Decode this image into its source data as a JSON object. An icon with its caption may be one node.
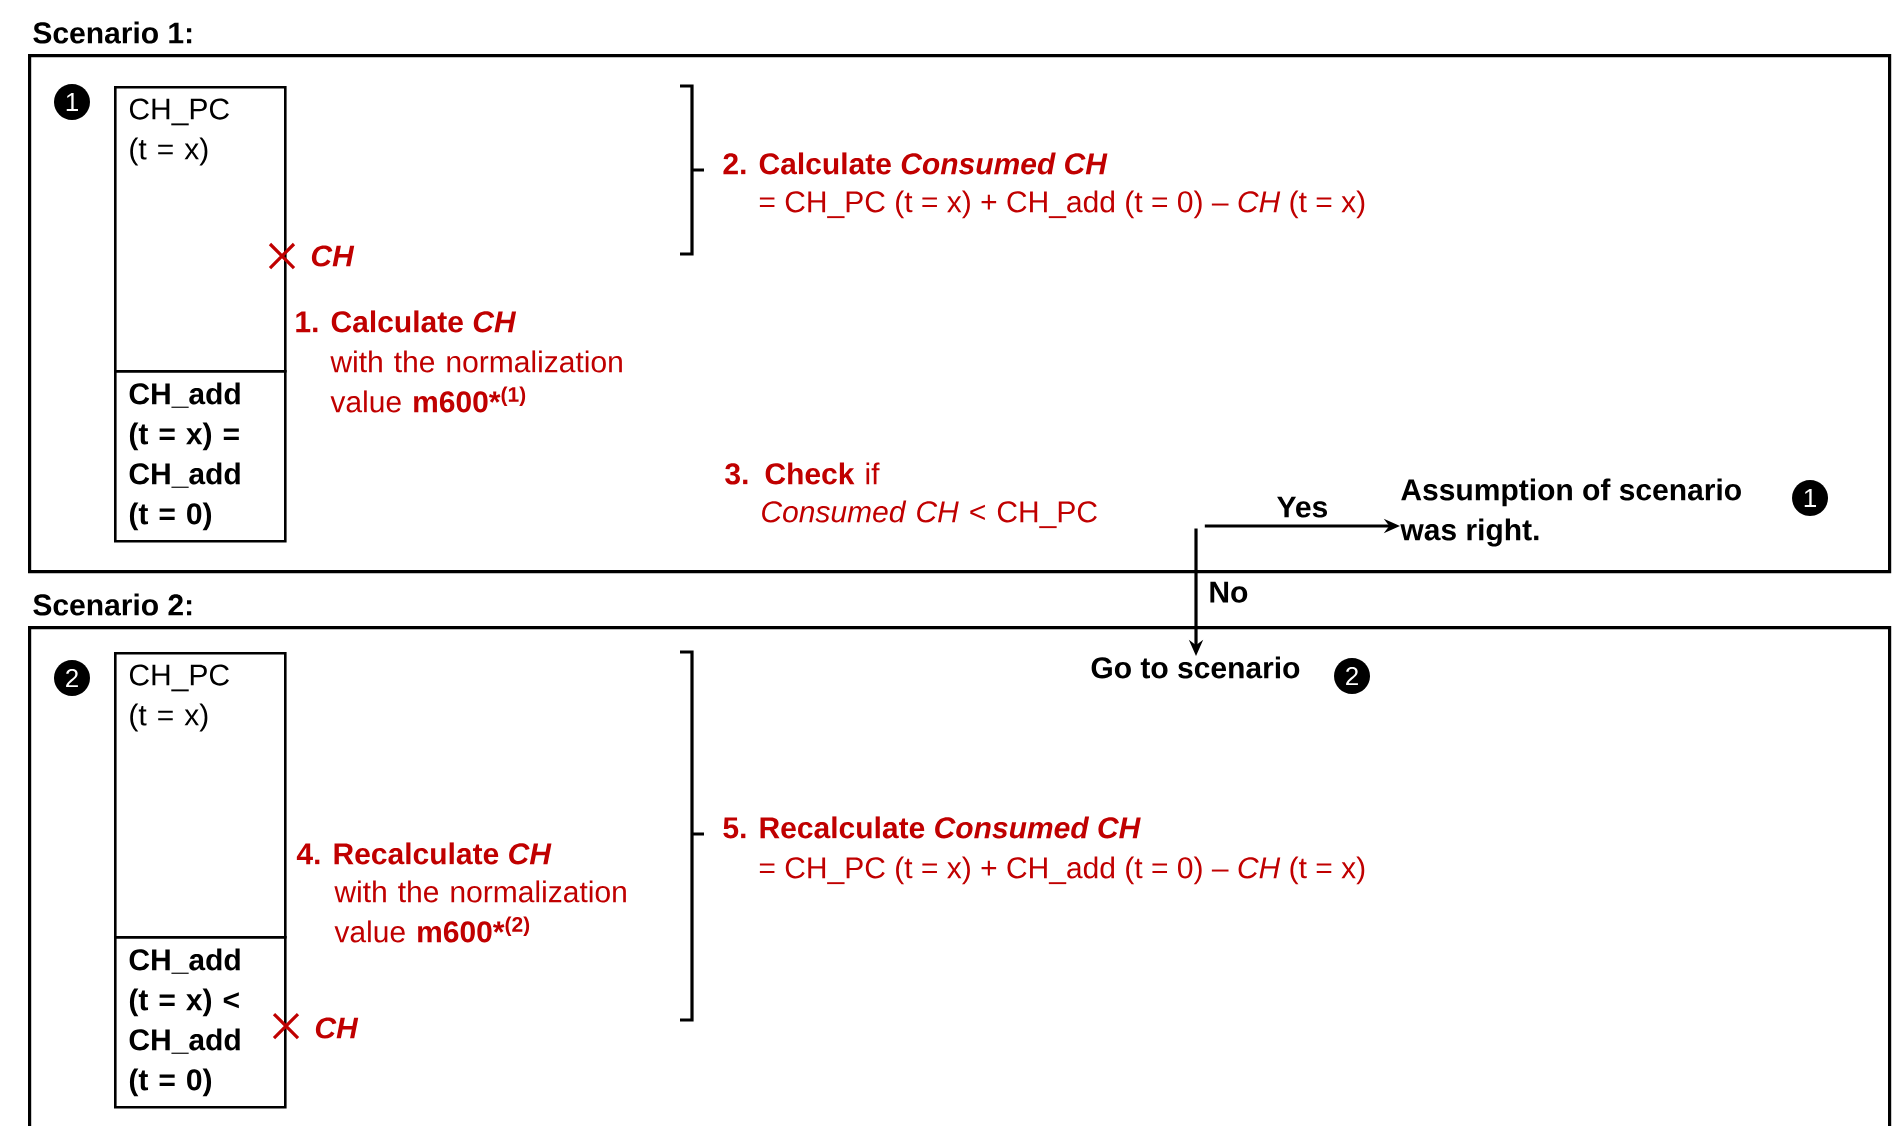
{
  "diagram": {
    "nodes": [
      {
        "text": [
          "Scenario 1:"
        ]
      },
      {
        "text": [
          "1"
        ],
        "in": 0
      },
      {
        "text": [
          "CH_PC (t = x)"
        ],
        "in": 0
      },
      {
        "text": [
          "CH_add (t = x) = CH_add (t = 0)"
        ],
        "in": 0
      },
      {
        "text": [
          "**3. Check** if",
          "*Consumed CH* < CH_PC"
        ],
        "in": 0
      },
      {
        "text": [
          "Assumption of scenario",
          "1",
          "was right."
        ],
        "in": 0
      },
      {
        "text": [
          "Scenario 2:"
        ]
      },
      {
        "text": [
          "2"
        ],
        "in": 6
      },
      {
        "text": [
          "CH_PC (t = x)"
        ],
        "in": 6
      },
      {
        "text": [
          "CH_add (t = x) < CH_add (t = 0)"
        ],
        "in": 6
      },
      {
        "text": [
          "Go to scenario",
          "2"
        ],
        "in": 6
      }
    ],
    "edges": [
      {
        "from": 4,
        "to": 5,
        "arrow": "to",
        "label": "Yes"
      },
      {
        "from": 4,
        "to": 10,
        "arrow": "to",
        "label": "No"
      }
    ],
    "labels": [
      "2. Calculate *Consumed CH*",
      "= CH_PC (t = x) + CH_add (t = 0) – *CH* (t = x)",
      "CH",
      "1. Calculate *CH*",
      "with the normalization value",
      "m600*",
      "(1)",
      "4. Recalculate *CH*",
      "with the normalization value",
      "m600*",
      "(2)",
      "5. Recalculate *Consumed CH*",
      "= CH_PC (t = x) + CH_add (t = 0) – *CH* (t = x)",
      "CH"
    ]
  }
}
